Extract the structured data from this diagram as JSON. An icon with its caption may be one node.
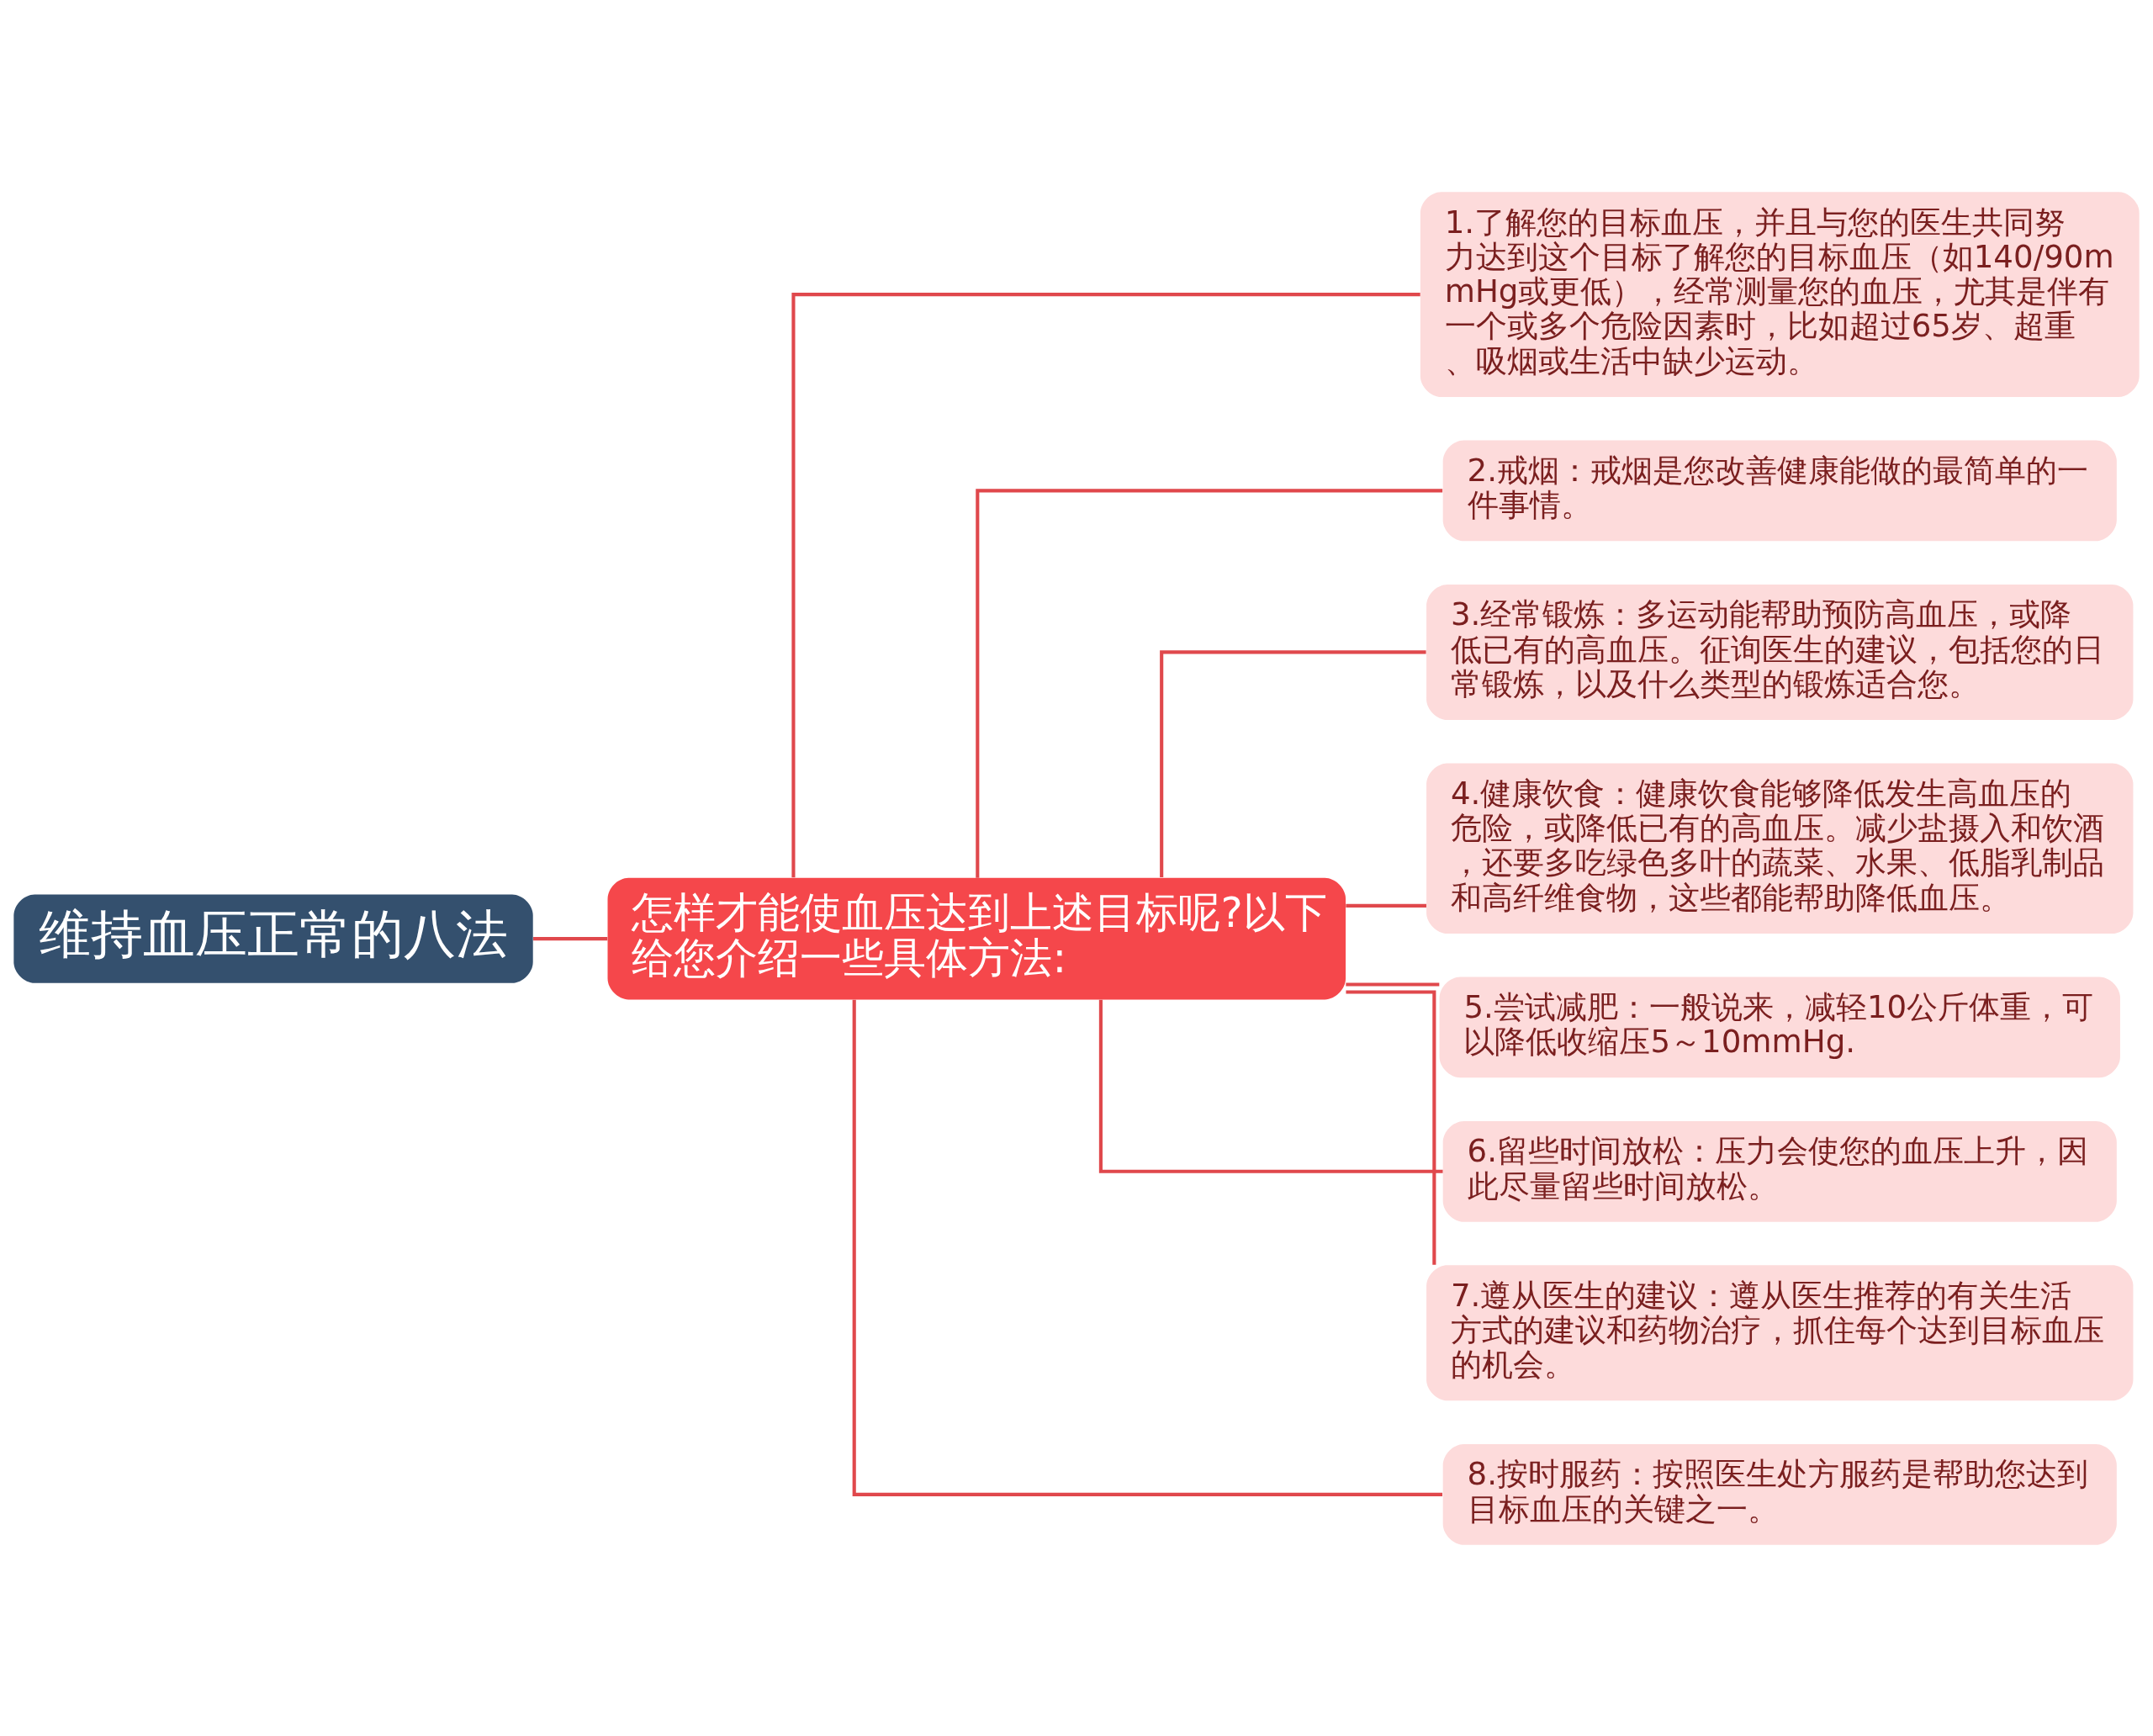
{
  "diagram": {
    "nodes": [
      {
        "text": [
          "维持血压正常的八法"
        ]
      },
      {
        "text": [
          "怎样才能使血压达到上述目标呢?以下给您介绍一些具体方法:"
        ]
      },
      {
        "text": [
          "1.了解您的目标血压，并且与您的医生共同努力达到这个目标了解您的目标血压（如140/90mmHg或更低），经常测量您的血压，尤其是伴有一个或多个危险因素时，比如超过65岁、超重、吸烟或生活中缺少运动。"
        ]
      },
      {
        "text": [
          "2.戒烟：戒烟是您改善健康能做的最简单的一件事情。"
        ]
      },
      {
        "text": [
          "3.经常锻炼：多运动能帮助预防高血压，或降低已有的高血压。征询医生的建议，包括您的日常锻炼，以及什么类型的锻炼适合您。"
        ]
      },
      {
        "text": [
          "4.健康饮食：健康饮食能够降低发生高血压的危险，或降低已有的高血压。减少盐摄入和饮酒，还要多吃绿色多叶的蔬菜、水果、低脂乳制品和高纤维食物，这些都能帮助降低血压。"
        ]
      },
      {
        "text": [
          "5.尝试减肥：一般说来，减轻10公斤体重，可以降低收缩压5～10mmHg."
        ]
      },
      {
        "text": [
          "6.留些时间放松：压力会使您的血压上升，因此尽量留些时间放松。"
        ]
      },
      {
        "text": [
          "7.遵从医生的建议：遵从医生推荐的有关生活方式的建议和药物治疗，抓住每个达到目标血压的机会。"
        ]
      },
      {
        "text": [
          "8.按时服药：按照医生处方服药是帮助您达到目标血压的关键之一。"
        ]
      }
    ],
    "edges": [
      {
        "from": 0,
        "to": 1,
        "arrow": "none"
      },
      {
        "from": 1,
        "to": 2,
        "arrow": "none"
      },
      {
        "from": 1,
        "to": 3,
        "arrow": "none"
      },
      {
        "from": 1,
        "to": 4,
        "arrow": "none"
      },
      {
        "from": 1,
        "to": 5,
        "arrow": "none"
      },
      {
        "from": 1,
        "to": 6,
        "arrow": "none"
      },
      {
        "from": 1,
        "to": 7,
        "arrow": "none"
      },
      {
        "from": 1,
        "to": 8,
        "arrow": "none"
      },
      {
        "from": 1,
        "to": 9,
        "arrow": "none"
      }
    ]
  }
}
